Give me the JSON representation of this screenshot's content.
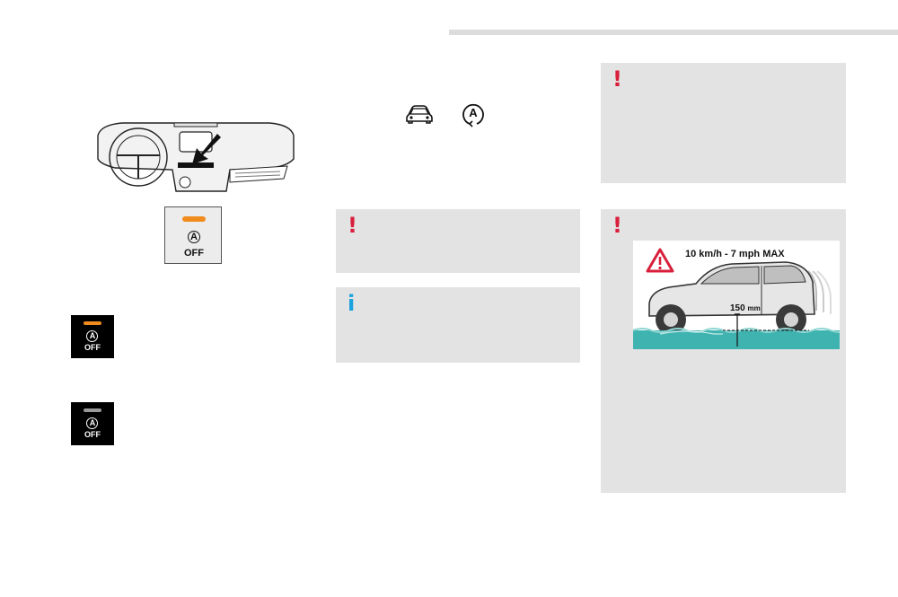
{
  "page": {
    "colors": {
      "accent_bar": "#dcdcdc",
      "panel": "#e3e3e3",
      "warning": "#d81f3c",
      "info": "#1aa3dc",
      "tell_on": "#f08c1e",
      "tell_off": "#9a9a9a",
      "water": "#3fb3b0"
    }
  },
  "illustration": {
    "button": {
      "letter": "A",
      "label": "OFF"
    }
  },
  "tell_tales": [
    {
      "letter": "A",
      "label": "OFF",
      "state": "orange"
    },
    {
      "letter": "A",
      "label": "OFF",
      "state": "grey"
    }
  ],
  "symbols": {
    "car_icon": "car-icon",
    "auto_icon_letter": "A"
  },
  "panels": {
    "warning_mark": "!",
    "info_mark": "i"
  },
  "flood_diagram": {
    "speed_label": "10 km/h - 7 mph  MAX",
    "depth_value": "150",
    "depth_unit": "mm"
  }
}
